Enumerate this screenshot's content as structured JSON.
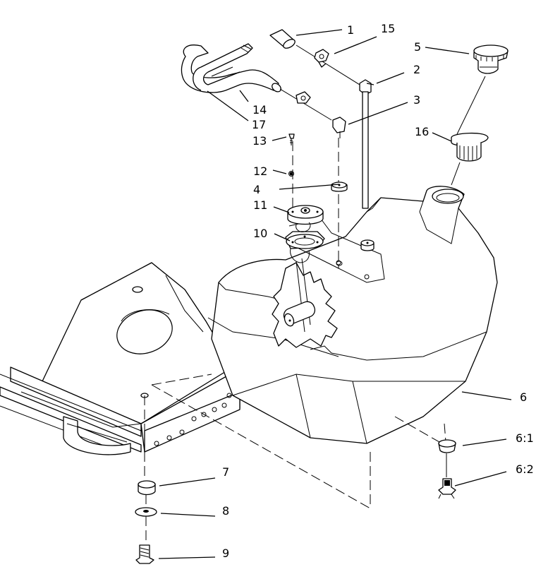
{
  "callouts": {
    "c1": "1",
    "c2": "2",
    "c3": "3",
    "c4": "4",
    "c5": "5",
    "c6": "6",
    "c6_1": "6:1",
    "c6_2": "6:2",
    "c7": "7",
    "c8": "8",
    "c9": "9",
    "c10": "10",
    "c11": "11",
    "c12": "12",
    "c13": "13",
    "c14": "14",
    "c15": "15",
    "c16": "16",
    "c17": "17"
  }
}
